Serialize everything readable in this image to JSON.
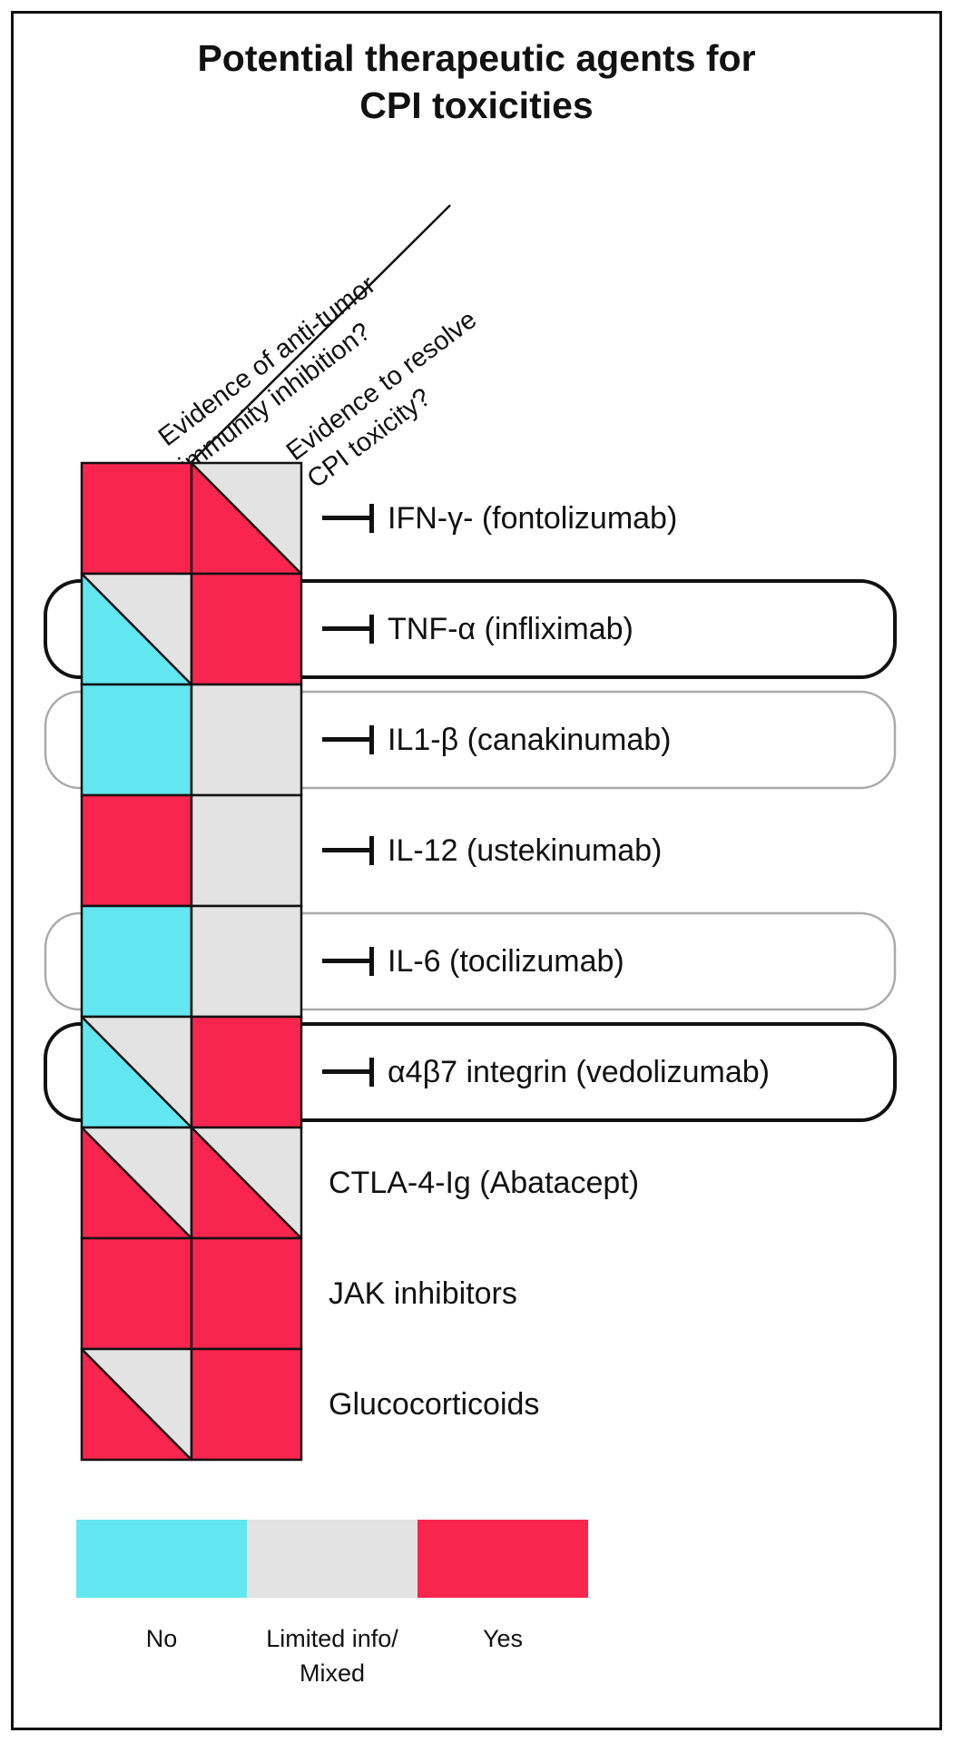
{
  "title": {
    "line1": "Potential therapeutic agents for",
    "line2": "CPI toxicities"
  },
  "columns": {
    "col1": [
      "Evidence of anti-tumor",
      "immunity inhibition?"
    ],
    "col2": [
      "Evidence to resolve",
      "CPI toxicity?"
    ]
  },
  "colors": {
    "no": "#62e6f0",
    "limited": "#e3e3e3",
    "yes": "#f8254f",
    "outline_strong": "#111111",
    "outline_light": "#aaaaaa"
  },
  "rows": [
    {
      "label": "IFN-γ- (fontolizumab)",
      "inhibitor": true,
      "col1": "yes",
      "col2": "yes/limited",
      "outline": "none"
    },
    {
      "label": "TNF-α (infliximab)",
      "inhibitor": true,
      "col1": "no/limited",
      "col2": "yes",
      "outline": "strong"
    },
    {
      "label": "IL1-β (canakinumab)",
      "inhibitor": true,
      "col1": "no",
      "col2": "limited",
      "outline": "light"
    },
    {
      "label": "IL-12 (ustekinumab)",
      "inhibitor": true,
      "col1": "yes",
      "col2": "limited",
      "outline": "none"
    },
    {
      "label": "IL-6 (tocilizumab)",
      "inhibitor": true,
      "col1": "no",
      "col2": "limited",
      "outline": "light"
    },
    {
      "label": "α4β7 integrin (vedolizumab)",
      "inhibitor": true,
      "col1": "no/limited",
      "col2": "yes",
      "outline": "strong"
    },
    {
      "label": "CTLA-4-Ig (Abatacept)",
      "inhibitor": false,
      "col1": "yes/limited",
      "col2": "yes/limited",
      "outline": "none"
    },
    {
      "label": "JAK inhibitors",
      "inhibitor": false,
      "col1": "yes",
      "col2": "yes",
      "outline": "none"
    },
    {
      "label": "Glucocorticoids",
      "inhibitor": false,
      "col1": "yes/limited",
      "col2": "yes",
      "outline": "none"
    }
  ],
  "legend": [
    {
      "key": "no",
      "label": [
        "No"
      ]
    },
    {
      "key": "limited",
      "label": [
        "Limited info/",
        "Mixed"
      ]
    },
    {
      "key": "yes",
      "label": [
        "Yes"
      ]
    }
  ]
}
